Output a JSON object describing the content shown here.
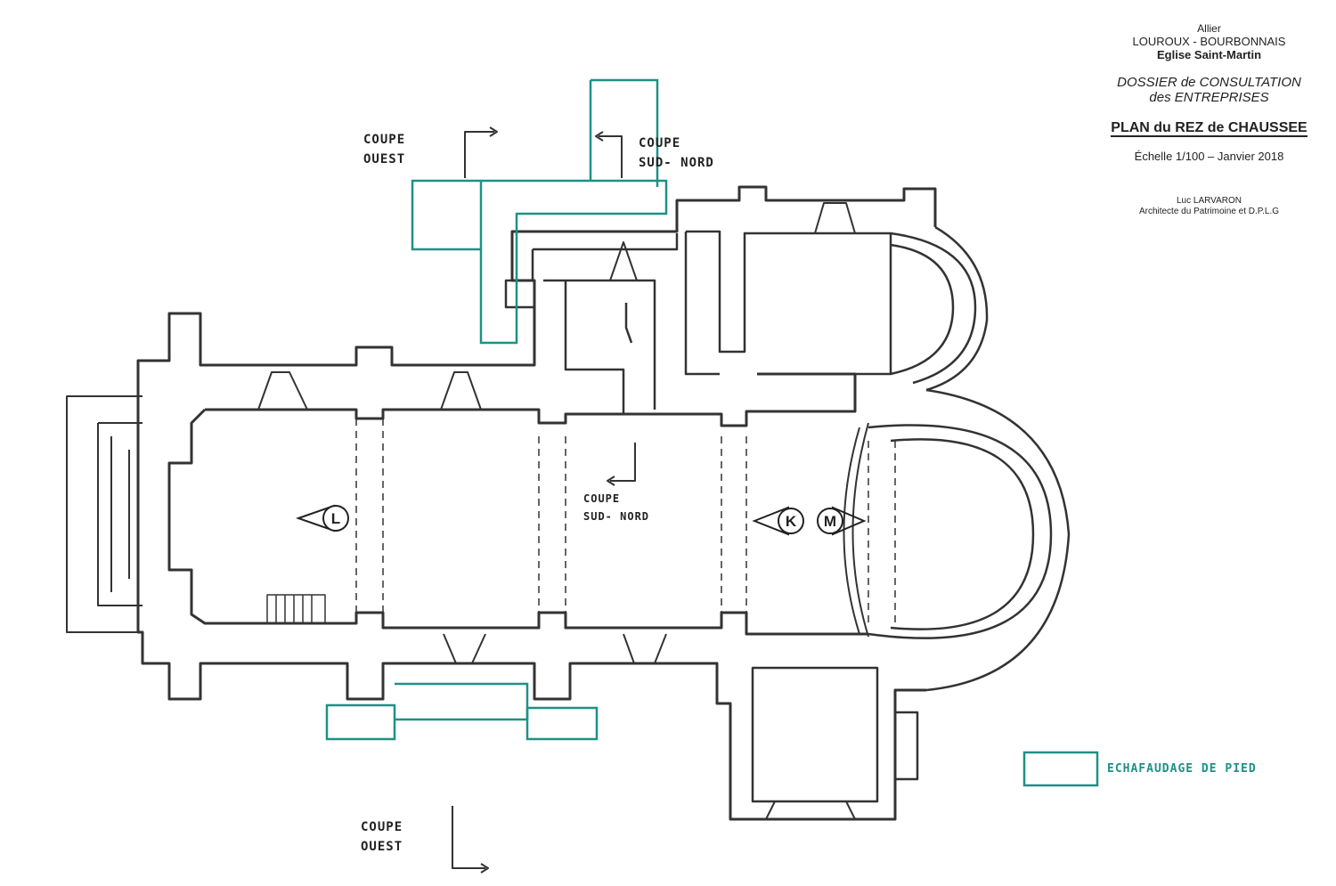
{
  "title_block": {
    "department": "Allier",
    "commune": "LOUROUX - BOURBONNAIS",
    "building": "Eglise Saint-Martin",
    "dossier_line1": "DOSSIER de CONSULTATION",
    "dossier_line2": "des ENTREPRISES",
    "plan_title": "PLAN du REZ de CHAUSSEE",
    "scale_date": "Échelle  1/100 – Janvier 2018",
    "architect": "Luc LARVARON",
    "architect_title": "Architecte du Patrimoine et D.P.L.G"
  },
  "annotations": {
    "coupe_ouest_top": [
      "COUPE",
      "OUEST"
    ],
    "coupe_sud_nord_top": [
      "COUPE",
      "SUD- NORD"
    ],
    "coupe_sud_nord_mid": [
      "COUPE",
      "SUD- NORD"
    ],
    "coupe_ouest_bottom": [
      "COUPE",
      "OUEST"
    ]
  },
  "markers": {
    "l": "L",
    "k": "K",
    "m": "M"
  },
  "legend": {
    "label": "ECHAFAUDAGE DE PIED",
    "color": "#1e9185"
  },
  "colors": {
    "wall": "#333333",
    "scaffold": "#1e9185"
  }
}
